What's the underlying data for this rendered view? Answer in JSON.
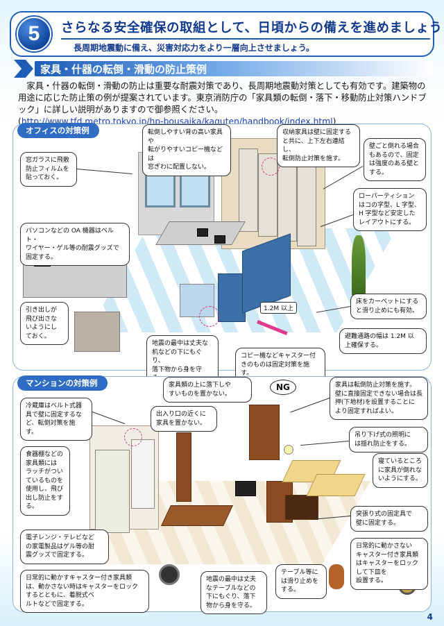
{
  "header": {
    "section_number": "5",
    "title": "さらなる安全確保の取組として、日頃からの備えを進めましょう",
    "subtitle": "長周期地震動に備え、災害対応力をより一層向上させましょう。"
  },
  "subsection": {
    "title": "家具・什器の転倒・滑動の防止策例"
  },
  "intro": {
    "text": "家具・什器の転倒・滑動の防止は重要な耐震対策であり、長周期地震動対策としても有効です。建築物の用途に応じた防止策の例が提案されています。東京消防庁の「家具類の転倒・落下・移動防止対策ハンドブック」に詳しい説明がありますので御参照ください。",
    "url_open": "(",
    "url": "http://www.tfd.metro.tokyo.jp/hp-bousaika/kaguten/handbook/index.html",
    "url_close": ")"
  },
  "office": {
    "label": "オフィスの対策例",
    "callouts": {
      "window": "窓ガラスに飛散\n防止フィルムを\n貼っておく。",
      "copier_top": "転倒しやすい背の高い家具や\n転がりやすいコピー機などは\n窓ぎわに配置しない。",
      "storage": "収納家具は壁に固定する\nと共に、上下左右連結し、\n転倒防止対策を施す。",
      "wall": "壁ごと倒れる場合\nもあるので、固定\nは強度のある壁と\nする。",
      "partition": "ローパーティション\nはコの字型、L 字型、\nH 字型など安定した\nレイアウトにする。",
      "pc": "パソコンなどの OA 機器はベルト・\nワイヤー・ゲル等の耐震グッズで\n固定する。",
      "drawer": "引き出しが\n飛び出さな\nいようにし\nておく。",
      "under_desk": "地震の最中は丈夫な\n机などの下にもぐり、\n落下物から身を守る。",
      "copier_fix": "コピー機などキャスター付\nきのものは固定対策を施す。",
      "carpet": "床をカーペットにする\nと滑り止めにも有効。",
      "aisle": "避難通路の幅は 1.2M 以\n上確保する。"
    },
    "width_tag": "1.2M 以上"
  },
  "mansion": {
    "label": "マンションの対策例",
    "ng_badge": "NG",
    "callouts": {
      "fridge": "冷蔵庫はベルト式器\n具で壁に固定するな\nど、転倒対策を施す。",
      "on_furniture": "家具類の上に落下しや\nすいものを置かない。",
      "entrance": "出入り口の近くに\n家具を置かない。",
      "anchor": "家具は転倒防止対策を施す。\n壁に直接固定できない場合は長\n押(下地材)を設置することに\nより固定すればよい。",
      "cupboard": "食器棚などの\n家具類には\nラッチがつい\nているものを\n使用し、飛び\n出し防止をす\nる。",
      "lamp": "吊り下げ式の照明に\nは揺れ防止をする。",
      "bed": "寝ているところ\nに家具が倒れな\nいようにする。",
      "brace": "突張り式の固定具で\n壁に固定する。",
      "microwave": "電子レンジ・テレビなど\nの家電製品はゲル等の耐\n震グッズで固定する。",
      "casters_lock": "日常的に動かさない\nキャスター付き家具類\nはキャスターをロック\nして下皿を\n設置する。",
      "casters_move": "日常的に動かすキャスター付き家具類\nは、動かさない時はキャスターをロック\nするとともに、着脱式ベ\nルトなどで固定する。",
      "under_table": "地震の最中は丈夫\nなテーブルなどの\n下にもぐり、落下\n物から身を守る。",
      "nonslip": "テーブル等に\nは滑り止めを\nする。"
    }
  },
  "page_number": "4",
  "colors": {
    "primary": "#1e5db8",
    "heading_text": "#123a8c",
    "accent_pink": "#e23a8c"
  }
}
